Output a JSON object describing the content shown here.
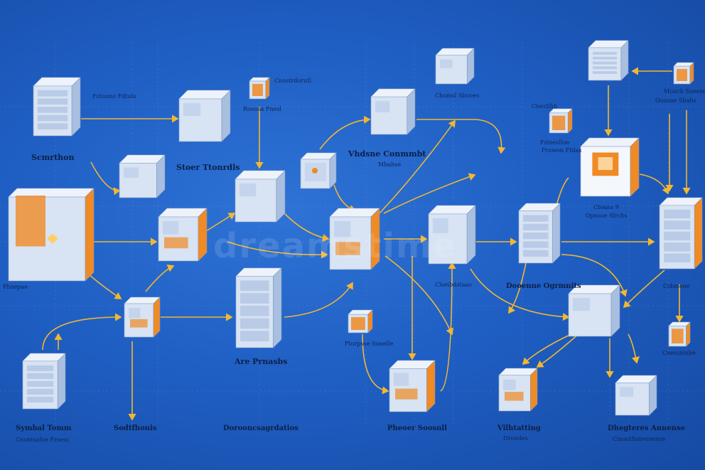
{
  "diagram": {
    "nodes": [
      {
        "id": "server-top-left",
        "type": "rack"
      },
      {
        "id": "box-top-mid-left",
        "type": "cube"
      },
      {
        "id": "small-orange-top",
        "type": "small-orange"
      },
      {
        "id": "cube-top-center",
        "type": "cube"
      },
      {
        "id": "cube-top-right-center",
        "type": "cube"
      },
      {
        "id": "tower-top-right",
        "type": "rack"
      },
      {
        "id": "small-orange-top-right",
        "type": "small-orange"
      },
      {
        "id": "cube-left-mid",
        "type": "cube"
      },
      {
        "id": "building-left",
        "type": "building"
      },
      {
        "id": "cube-center-left",
        "type": "cube"
      },
      {
        "id": "circuit-center",
        "type": "circuit"
      },
      {
        "id": "cube-center-orange",
        "type": "cube"
      },
      {
        "id": "cube-center",
        "type": "cube"
      },
      {
        "id": "cube-center-right",
        "type": "cube"
      },
      {
        "id": "small-cube-right",
        "type": "small-orange"
      },
      {
        "id": "orange-box-right",
        "type": "orange-big"
      },
      {
        "id": "tower-right",
        "type": "rack"
      },
      {
        "id": "rack-right-edge",
        "type": "rack"
      },
      {
        "id": "rack-center",
        "type": "rack"
      },
      {
        "id": "orange-cube-left",
        "type": "cube"
      },
      {
        "id": "small-orange-mid",
        "type": "small-orange"
      },
      {
        "id": "cube-right-lower",
        "type": "cube"
      },
      {
        "id": "small-orange-right",
        "type": "small-orange"
      },
      {
        "id": "rack-bottom-left",
        "type": "rack"
      },
      {
        "id": "cube-bottom-center",
        "type": "cube"
      },
      {
        "id": "cube-bottom-right-center",
        "type": "cube"
      },
      {
        "id": "cube-bottom-right",
        "type": "cube"
      }
    ],
    "labels": {
      "l1": "Scmrthon",
      "l2": "Stoer Ttonrdls",
      "l3": "Vhdsne Conmmbt",
      "l4": "Are Prnasbs",
      "l5": "Dooenne Ogrmnits",
      "l6": "Symbal Tomm",
      "l6b": "Cnontsafoe Frsess",
      "l7": "Sodtfhonis",
      "l8": "Dorooncsagrdatios",
      "l9": "Pheoer Soosnll",
      "l10": "Vilhtatting",
      "l10b": "Dvondes",
      "l11": "Dhegteres Annense",
      "l11b": "Cmoutfinteunense",
      "l12": "Ctoans 9",
      "l12b": "Opnsoe Slrchs",
      "l13": "Mouch Sueese",
      "l13b": "Oosnne Sbahs",
      "s1": "Cnostrdorutl",
      "s2": "Rooosa Fnesl",
      "s3": "Chomsl Sbuoes",
      "s4": "Cnestihh",
      "s5": "Fsteeslloe",
      "s6": "Frowon Ftdas",
      "s7": "Phnepae",
      "s8": "Clseibdstaao",
      "s9": "Ftorpsse Sunelle",
      "s10": "Csbmene",
      "s11": "Mbahse",
      "s12": "Fotouno Fdtuls",
      "s13": "Cnessionbe"
    }
  },
  "colors": {
    "background": "#1f5fc4",
    "connector": "#f2b731",
    "orange": "#f08a24",
    "box": "#d8e3f3"
  },
  "watermark": "dreamstime"
}
